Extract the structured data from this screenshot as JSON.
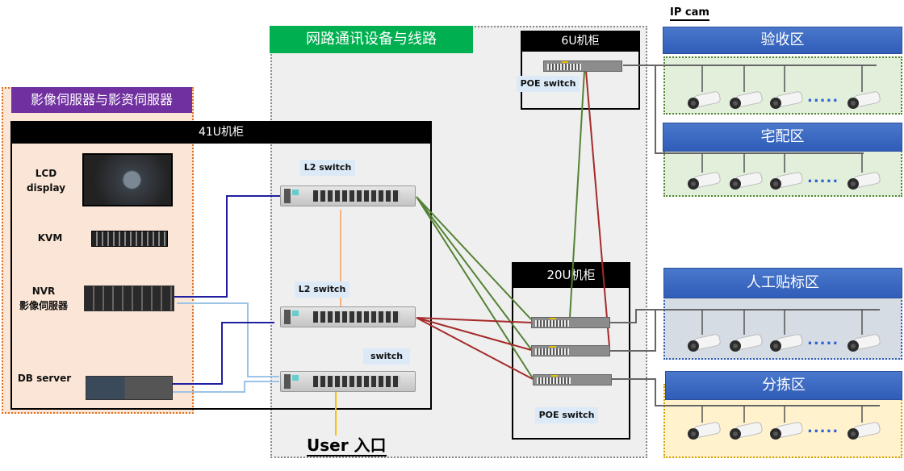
{
  "groups": {
    "servers_title": "影像伺服器与影资伺服器",
    "network_title": "网路通讯设备与线路"
  },
  "racks": {
    "rack41": "41U机柜",
    "rack6": "6U机柜",
    "rack20": "20U机柜"
  },
  "devices": {
    "lcd": "LCD\ndisplay",
    "kvm": "KVM",
    "nvr": "NVR\n影像伺服器",
    "db": "DB server",
    "l2_switch_1": "L2 switch",
    "l2_switch_2": "L2 switch",
    "switch_3": "switch",
    "poe_6u": "POE switch",
    "poe_20u": "POE switch"
  },
  "ip_cam_label": "IP cam",
  "user_entry": "User 入口",
  "zones": [
    {
      "name": "验收区",
      "color": "#e2efda",
      "cameras": 4,
      "ellipsis": "....."
    },
    {
      "name": "宅配区",
      "color": "#e2efda",
      "cameras": 4,
      "ellipsis": "....."
    },
    {
      "name": "人工贴标区",
      "color": "#d6dce4",
      "cameras": 4,
      "ellipsis": "....."
    },
    {
      "name": "分拣区",
      "color": "#fff2cc",
      "cameras": 4,
      "ellipsis": "....."
    }
  ],
  "colors": {
    "servers_group": "#7030a0",
    "network_group": "#00b050",
    "zone_header": "#2f5db8",
    "link_blue": "#1f1fa0",
    "link_lightblue": "#9dc3e6",
    "link_green": "#548235",
    "link_red": "#a52a2a",
    "link_orange": "#f4b183",
    "link_yellow": "#ffc000"
  }
}
